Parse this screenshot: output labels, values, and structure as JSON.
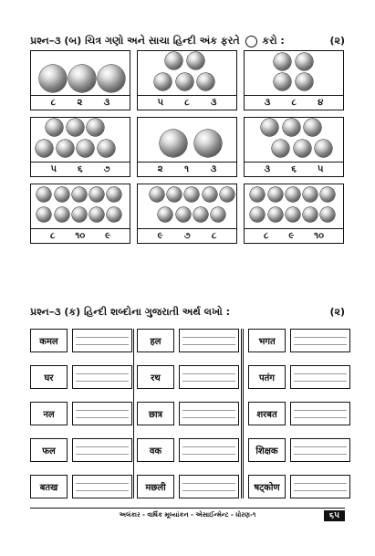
{
  "section_b": {
    "question": "પ્રશ્ન–૩ (બ)  ચિત્ર ગણો અને સાચા હિન્દી અંક ફરતે",
    "question_tail": "કરો :",
    "marks": "(૨)",
    "cards": [
      {
        "count": 3,
        "options": [
          "૮",
          "૨",
          "૩"
        ]
      },
      {
        "count": 5,
        "options": [
          "૫",
          "૮",
          "૩"
        ]
      },
      {
        "count": 4,
        "options": [
          "૩",
          "૮",
          "૪"
        ]
      },
      {
        "count": 7,
        "options": [
          "૫",
          "૬",
          "૭"
        ]
      },
      {
        "count": 2,
        "options": [
          "૨",
          "૧",
          "૩"
        ]
      },
      {
        "count": 6,
        "options": [
          "૩",
          "૬",
          "૫"
        ]
      },
      {
        "count": 10,
        "options": [
          "૮",
          "૧૦",
          "૯"
        ]
      },
      {
        "count": 9,
        "options": [
          "૯",
          "૭",
          "૮"
        ]
      },
      {
        "count": 10,
        "options": [
          "૮",
          "૯",
          "૧૦"
        ]
      }
    ]
  },
  "section_k": {
    "question": "પ્રશ્ન–૩ (ક)  હિન્દી શબ્દોના ગુજરાતી અર્થ લખો :",
    "marks": "(૨)",
    "columns": [
      [
        "कमल",
        "घर",
        "नल",
        "फल",
        "बतख"
      ],
      [
        "हल",
        "रथ",
        "छात्र",
        "वक",
        "मछली"
      ],
      [
        "भगत",
        "पतंग",
        "शरबत",
        "शिक्षक",
        "षट्कोण"
      ]
    ]
  },
  "footer": {
    "text": "અલંકાર - વાર્ષિક મૂલ્યાંકન - એસાઈન્મેન્ટ - ધોરણ-૧",
    "page": "૬૫"
  }
}
